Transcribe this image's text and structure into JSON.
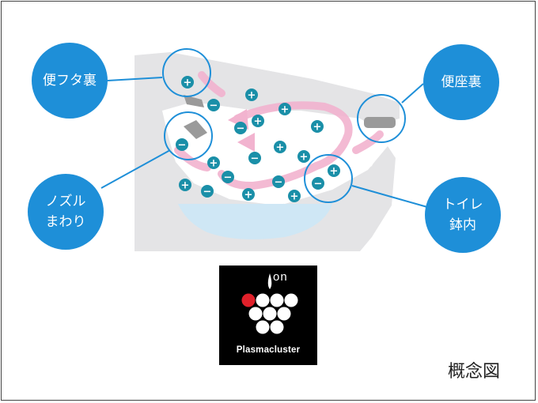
{
  "callouts": {
    "lid_back": "便フタ裏",
    "seat_back": "便座裏",
    "nozzle_area": "ノズル\nまわり",
    "toilet_bowl": "トイレ\n鉢内"
  },
  "ions": {
    "positive_symbol": "+",
    "negative_symbol": "−"
  },
  "logo": {
    "ion_label": "on",
    "brand_label": "Plasmacluster"
  },
  "caption": "概念図",
  "colors": {
    "callout_blue": "#1e8fd8",
    "ion_teal": "#1a8fa8",
    "airflow_pink": "#f2b3cf",
    "water_blue": "#cfe7f5",
    "toilet_gray": "#e4e4e6",
    "logo_red": "#e0202a"
  }
}
